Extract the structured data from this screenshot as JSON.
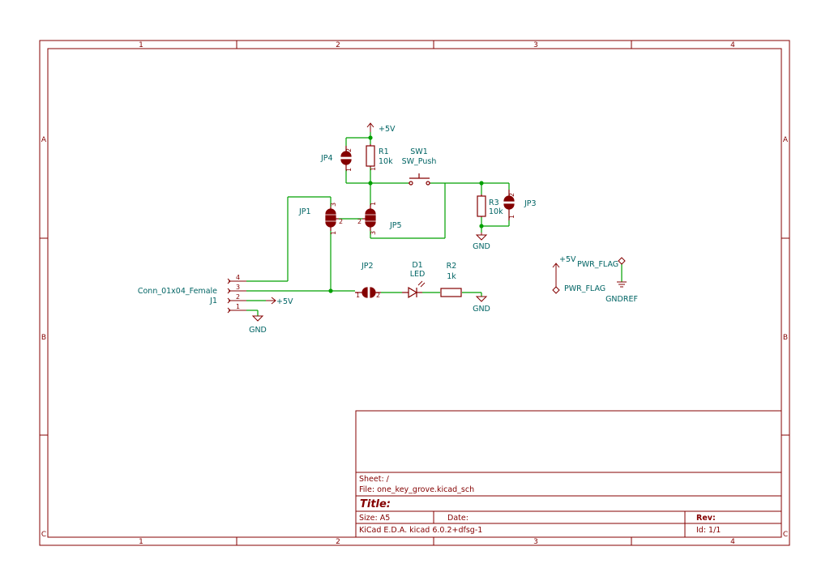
{
  "sheet": {
    "col_labels": [
      "1",
      "2",
      "3",
      "4"
    ],
    "row_labels": [
      "A",
      "B",
      "C"
    ]
  },
  "colors": {
    "frame": "#840000",
    "wire": "#00a000",
    "symbol": "#840000",
    "symbol_fill": "#840000",
    "reference_text": "#006464",
    "background": "#ffffff"
  },
  "components": {
    "r1": {
      "ref": "R1",
      "value": "10k",
      "pin1": "1",
      "pin2": "2"
    },
    "r2": {
      "ref": "R2",
      "value": "1k"
    },
    "r3": {
      "ref": "R3",
      "value": "10k"
    },
    "sw1": {
      "ref": "SW1",
      "value": "SW_Push"
    },
    "d1": {
      "ref": "D1",
      "value": "LED"
    },
    "jp1": {
      "ref": "JP1",
      "pin1": "1",
      "pin2": "2",
      "pin3": "3"
    },
    "jp2": {
      "ref": "JP2",
      "pin1": "1",
      "pin2": "2"
    },
    "jp3": {
      "ref": "JP3",
      "pin1": "1",
      "pin2": "2"
    },
    "jp4": {
      "ref": "JP4",
      "pin1": "1",
      "pin2": "2"
    },
    "jp5": {
      "ref": "JP5",
      "pin1": "1",
      "pin2": "2",
      "pin3": "3"
    },
    "j1": {
      "ref": "J1",
      "value": "Conn_01x04_Female",
      "pins": [
        "4",
        "3",
        "2",
        "1"
      ]
    }
  },
  "power": {
    "vcc_top": "+5V",
    "vcc_j1": "+5V",
    "vcc_flag": "+5V",
    "gnd_r3": "GND",
    "gnd_led": "GND",
    "gnd_j1": "GND",
    "gndref": "GNDREF",
    "pwr_flag_1": "PWR_FLAG",
    "pwr_flag_2": "PWR_FLAG"
  },
  "title_block": {
    "sheet": "Sheet: /",
    "file": "File: one_key_grove.kicad_sch",
    "title": "Title:",
    "size": "Size: A5",
    "date": "Date:",
    "rev": "Rev:",
    "tool": "KiCad E.D.A.  kicad 6.0.2+dfsg-1",
    "id": "Id: 1/1"
  }
}
